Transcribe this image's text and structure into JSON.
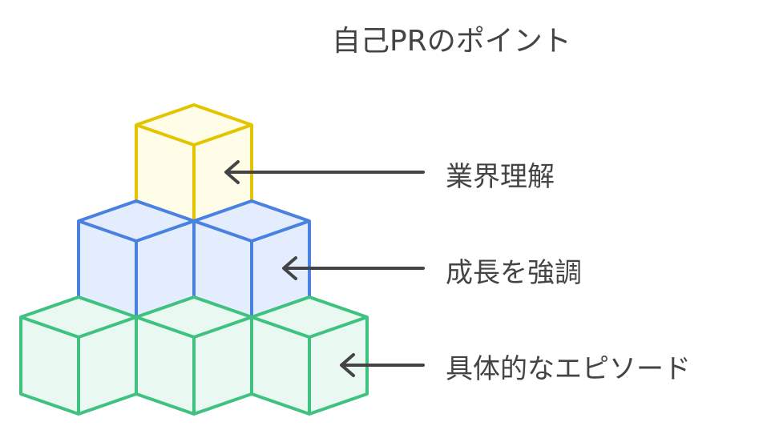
{
  "title": "自己PRのポイント",
  "colors": {
    "text": "#444444",
    "arrow": "#444444",
    "top_fill": "#FFFDE7",
    "top_stroke": "#E2C500",
    "middle_fill": "#E4EDFD",
    "middle_stroke": "#4A80E0",
    "bottom_fill": "#E9F8F0",
    "bottom_stroke": "#3FC27F"
  },
  "levels": [
    {
      "label": "業界理解"
    },
    {
      "label": "成長を強調"
    },
    {
      "label": "具体的なエピソード"
    }
  ]
}
